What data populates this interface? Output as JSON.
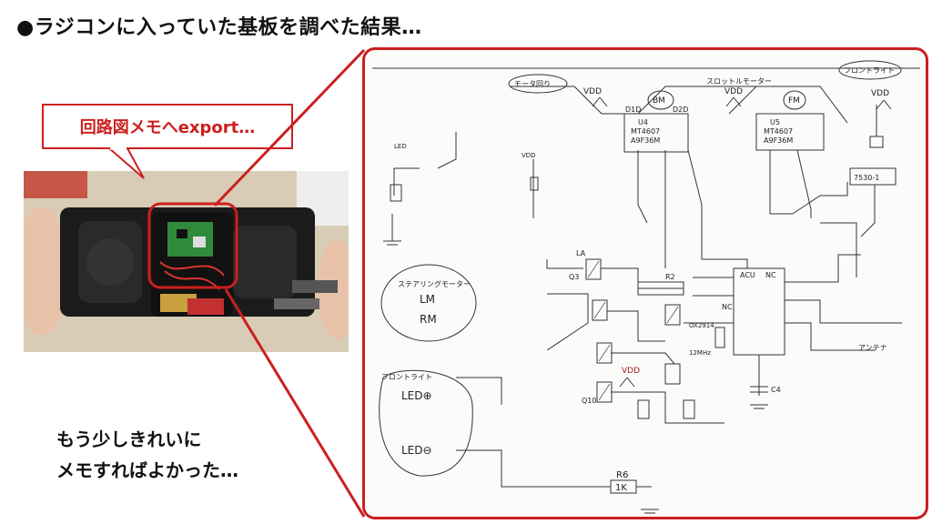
{
  "title": "●ラジコンに入っていた基板を調べた結果…",
  "callout": {
    "text": "回路図メモへexport…"
  },
  "caption": {
    "line1": "もう少しきれいに",
    "line2": "メモすればよかった…"
  },
  "colors": {
    "accent": "#cc1f1f",
    "pcb": "#2f8a3c",
    "chassis": "#1b1b1b"
  },
  "schematic": {
    "vdd": "VDD",
    "bm": "BM",
    "fm": "FM",
    "throttle_motor": "スロットルモーター",
    "motor_top": "モータ回り",
    "front_light": "フロントライト",
    "steering_motor": "ステアリングモーター",
    "lm": "LM",
    "rm": "RM",
    "led_plus": "LED⊕",
    "led_minus": "LED⊖",
    "u4": "U4",
    "u5": "U5",
    "mt4607": "MT4607",
    "part_a": "A9F36M",
    "d1": "D1D",
    "d2": "D2D",
    "ic_7530": "7530-1",
    "acu": "ACU",
    "nc": "NC",
    "q3": "Q3",
    "q10": "Q10",
    "r2": "R2",
    "r6": "R6",
    "r6_value": "1K",
    "xtal": "OX2914",
    "freq": "12MHz",
    "la": "LA",
    "led": "LED",
    "c4": "C4",
    "antenna": "アンテナ"
  }
}
